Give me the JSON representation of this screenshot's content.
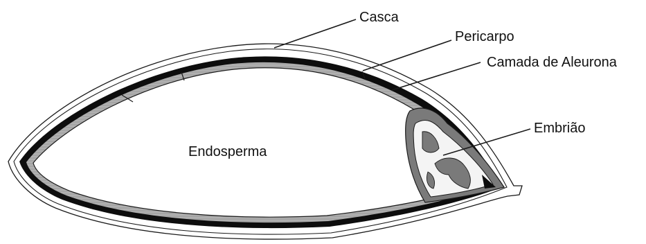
{
  "labels": {
    "casca": "Casca",
    "pericarpo": "Pericarpo",
    "camada_aleurona": "Camada de Aleurona",
    "embriao": "Embrião",
    "endosperma": "Endosperma"
  },
  "colors": {
    "outline": "#1a1a1a",
    "aleurone_band": "#9b9b9b",
    "pericarp_band": "#0d0d0d",
    "embryo_gray": "#7a7a7a",
    "embryo_light": "#f4f4f4",
    "endosperm": "#ffffff"
  }
}
